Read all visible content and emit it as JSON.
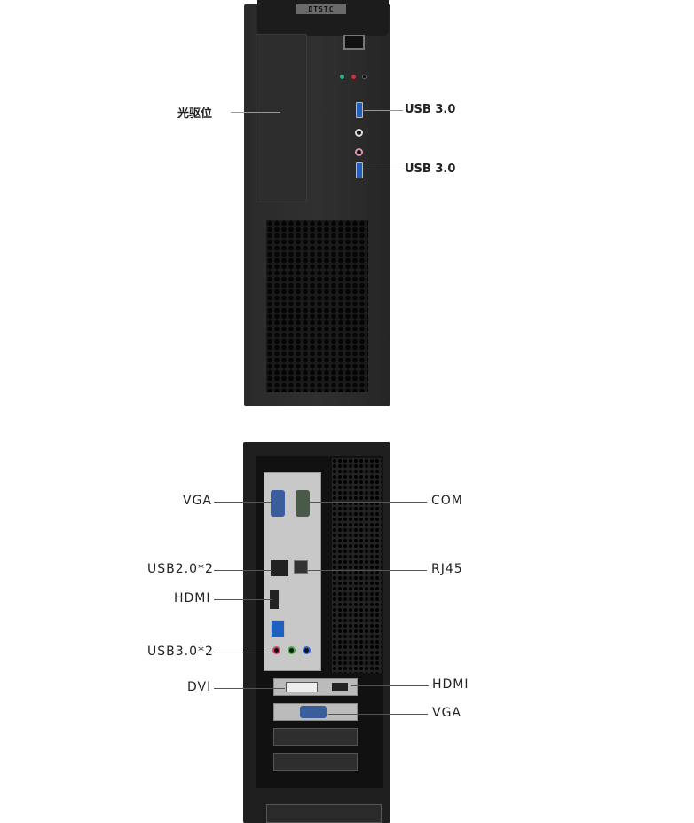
{
  "front": {
    "labels": {
      "optical_bay": "光驱位",
      "usb_top": "USB 3.0",
      "usb_bottom": "USB 3.0"
    },
    "handle_text": "DTSTC"
  },
  "rear": {
    "labels": {
      "vga": "VGA",
      "com": "COM",
      "usb2": "USB2.0*2",
      "rj45": "RJ45",
      "hdmi": "HDMI",
      "usb3": "USB3.0*2",
      "dvi": "DVI",
      "gpu_hdmi": "HDMI",
      "gpu_vga": "VGA"
    }
  },
  "colors": {
    "case": "#2b2b2b",
    "usb3": "#1e5fbf"
  }
}
